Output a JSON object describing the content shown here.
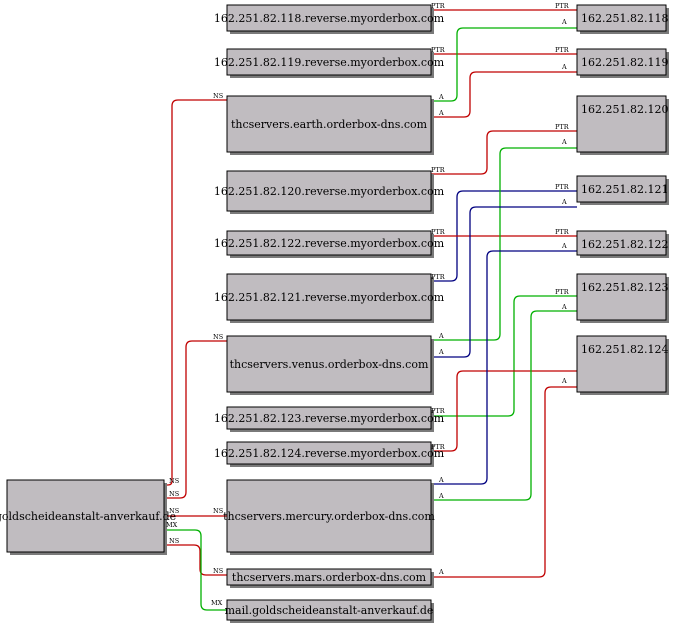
{
  "colors": {
    "node_fill": "#c0bcc0",
    "ns": "#c00000",
    "ptr": "#c00000",
    "a_green": "#00b000",
    "a_blue": "#000080",
    "a_red": "#c00000",
    "mx": "#00b000"
  },
  "nodes": [
    {
      "id": "rev118",
      "label": "162.251.82.118.reverse.myorderbox.com"
    },
    {
      "id": "rev119",
      "label": "162.251.82.119.reverse.myorderbox.com"
    },
    {
      "id": "earth",
      "label": "thcservers.earth.orderbox-dns.com"
    },
    {
      "id": "rev120",
      "label": "162.251.82.120.reverse.myorderbox.com"
    },
    {
      "id": "rev122",
      "label": "162.251.82.122.reverse.myorderbox.com"
    },
    {
      "id": "rev121",
      "label": "162.251.82.121.reverse.myorderbox.com"
    },
    {
      "id": "venus",
      "label": "thcservers.venus.orderbox-dns.com"
    },
    {
      "id": "rev123",
      "label": "162.251.82.123.reverse.myorderbox.com"
    },
    {
      "id": "rev124",
      "label": "162.251.82.124.reverse.myorderbox.com"
    },
    {
      "id": "mercury",
      "label": "thcservers.mercury.orderbox-dns.com"
    },
    {
      "id": "mars",
      "label": "thcservers.mars.orderbox-dns.com"
    },
    {
      "id": "mail",
      "label": "mail.goldscheideanstalt-anverkauf.de"
    },
    {
      "id": "domain",
      "label": "goldscheideanstalt-anverkauf.de"
    },
    {
      "id": "ip118",
      "label": "162.251.82.118"
    },
    {
      "id": "ip119",
      "label": "162.251.82.119"
    },
    {
      "id": "ip120",
      "label": "162.251.82.120"
    },
    {
      "id": "ip121",
      "label": "162.251.82.121"
    },
    {
      "id": "ip122",
      "label": "162.251.82.122"
    },
    {
      "id": "ip123",
      "label": "162.251.82.123"
    },
    {
      "id": "ip124",
      "label": "162.251.82.124"
    }
  ],
  "edges": [
    {
      "id": "ptr118",
      "type": "PTR",
      "color": "#c00000",
      "from": "rev118",
      "to": "ip118",
      "src_label": "PTR",
      "dst_label": "PTR"
    },
    {
      "id": "ptr119",
      "type": "PTR",
      "color": "#c00000",
      "from": "rev119",
      "to": "ip119",
      "src_label": "PTR",
      "dst_label": "PTR"
    },
    {
      "id": "ptr120",
      "type": "PTR",
      "color": "#c00000",
      "from": "rev120",
      "to": "ip120",
      "src_label": "PTR",
      "dst_label": "PTR"
    },
    {
      "id": "ptr121",
      "type": "PTR",
      "color": "#000080",
      "from": "rev121",
      "to": "ip121",
      "src_label": "PTR",
      "dst_label": "PTR"
    },
    {
      "id": "ptr122",
      "type": "PTR",
      "color": "#c00000",
      "from": "rev122",
      "to": "ip122",
      "src_label": "PTR",
      "dst_label": "PTR"
    },
    {
      "id": "ptr123",
      "type": "PTR",
      "color": "#00b000",
      "from": "rev123",
      "to": "ip123",
      "src_label": "PTR",
      "dst_label": "PTR"
    },
    {
      "id": "ptr124",
      "type": "PTR",
      "color": "#c00000",
      "from": "rev124",
      "to": "ip124",
      "src_label": "PTR",
      "dst_label": ""
    },
    {
      "id": "a_earth_118",
      "type": "A",
      "color": "#00b000",
      "from": "earth",
      "to": "ip118",
      "src_label": "A",
      "dst_label": "A"
    },
    {
      "id": "a_earth_119",
      "type": "A",
      "color": "#c00000",
      "from": "earth",
      "to": "ip119",
      "src_label": "A",
      "dst_label": "A"
    },
    {
      "id": "a_venus_120",
      "type": "A",
      "color": "#00b000",
      "from": "venus",
      "to": "ip120",
      "src_label": "A",
      "dst_label": "A"
    },
    {
      "id": "a_venus_121",
      "type": "A",
      "color": "#000080",
      "from": "venus",
      "to": "ip121",
      "src_label": "A",
      "dst_label": "A"
    },
    {
      "id": "a_mercury_122",
      "type": "A",
      "color": "#000080",
      "from": "mercury",
      "to": "ip122",
      "src_label": "A",
      "dst_label": "A"
    },
    {
      "id": "a_mercury_123",
      "type": "A",
      "color": "#00b000",
      "from": "mercury",
      "to": "ip123",
      "src_label": "A",
      "dst_label": "A"
    },
    {
      "id": "a_mars_124",
      "type": "A",
      "color": "#c00000",
      "from": "mars",
      "to": "ip124",
      "src_label": "A",
      "dst_label": "A"
    },
    {
      "id": "ns_earth",
      "type": "NS",
      "color": "#c00000",
      "from": "domain",
      "to": "earth",
      "src_label": "NS",
      "dst_label": "NS"
    },
    {
      "id": "ns_venus",
      "type": "NS",
      "color": "#c00000",
      "from": "domain",
      "to": "venus",
      "src_label": "NS",
      "dst_label": "NS"
    },
    {
      "id": "ns_mercury",
      "type": "NS",
      "color": "#c00000",
      "from": "domain",
      "to": "mercury",
      "src_label": "NS",
      "dst_label": "NS"
    },
    {
      "id": "ns_mars",
      "type": "NS",
      "color": "#c00000",
      "from": "domain",
      "to": "mars",
      "src_label": "NS",
      "dst_label": "NS"
    },
    {
      "id": "mx_mail",
      "type": "MX",
      "color": "#00b000",
      "from": "domain",
      "to": "mail",
      "src_label": "MX",
      "dst_label": "MX"
    }
  ]
}
